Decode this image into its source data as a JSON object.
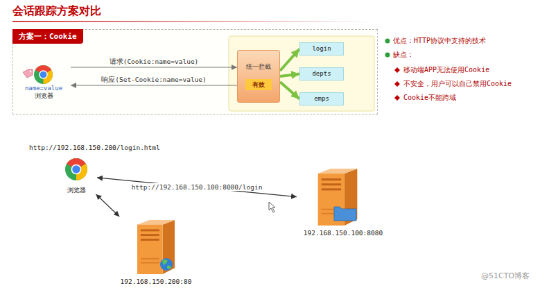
{
  "diagram": {
    "title": "会话跟踪方案对比",
    "nodes": [
      {
        "text": [
          "方案一：Cookie"
        ]
      },
      {
        "text": [
          "name=value",
          "浏览器"
        ],
        "in": 0
      },
      {
        "text": [
          "统一拦截"
        ],
        "in": 0
      },
      {
        "text": [
          "有效"
        ],
        "in": 2
      },
      {
        "text": [
          "login"
        ],
        "in": 0
      },
      {
        "text": [
          "depts"
        ],
        "in": 0
      },
      {
        "text": [
          "emps"
        ],
        "in": 0
      },
      {
        "text": [
          "浏览器"
        ]
      },
      {
        "text": [
          "192.168.150.100:8080"
        ]
      },
      {
        "text": [
          "192.168.150.200:80"
        ]
      }
    ],
    "edges": [
      {
        "from": 1,
        "to": 2,
        "label": "请求(Cookie:name=value)",
        "arrow": "to"
      },
      {
        "from": 2,
        "to": 1,
        "label": "响应(Set-Cookie:name=value)",
        "arrow": "to"
      },
      {
        "from": 2,
        "to": 4,
        "arrow": "to"
      },
      {
        "from": 2,
        "to": 5,
        "arrow": "to"
      },
      {
        "from": 2,
        "to": 6,
        "arrow": "to"
      },
      {
        "from": 7,
        "to": 8,
        "label": "http://192.168.150.100:8080/login",
        "arrow": "both"
      },
      {
        "from": 7,
        "to": 9,
        "arrow": "both"
      }
    ],
    "labels": [
      "优点：HTTP协议中支持的技术",
      "缺点：",
      "移动端APP无法使用Cookie",
      "不安全，用户可以自己禁用Cookie",
      "Cookie不能跨域",
      "http://192.168.150.200/login.html",
      "@51CTO博客"
    ]
  }
}
